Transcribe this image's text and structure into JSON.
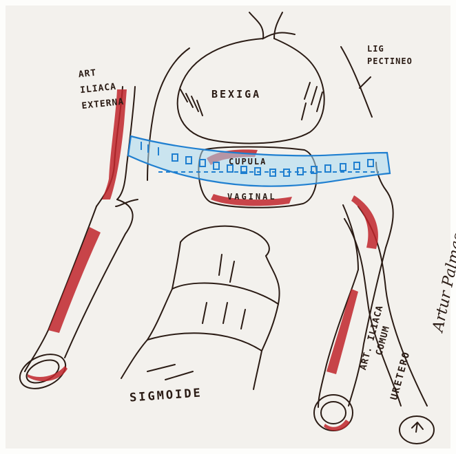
{
  "labels": {
    "art_iliaca_externa_line1": "ART",
    "art_iliaca_externa_line2": "ILIACA",
    "art_iliaca_externa_line3": "EXTERNA",
    "lig_pectineo_line1": "LIG",
    "lig_pectineo_line2": "PECTINEO",
    "bexiga": "BEXIGA",
    "cupula": "CUPULA",
    "vaginal": "VAGINAL",
    "sigmoide": "SIGMOIDE",
    "art_iliaca_comum_line1": "ART. ILIACA",
    "art_iliaca_comum_line2": "COMUM",
    "ureter": "URETERO"
  },
  "signature": "Artur Palmas",
  "colors": {
    "paper": "#f3f1ed",
    "ink": "#2a1b14",
    "artery": "#c0262c",
    "mesh_fill": "#a8d8f0",
    "mesh_ink": "#1f7fd0"
  }
}
